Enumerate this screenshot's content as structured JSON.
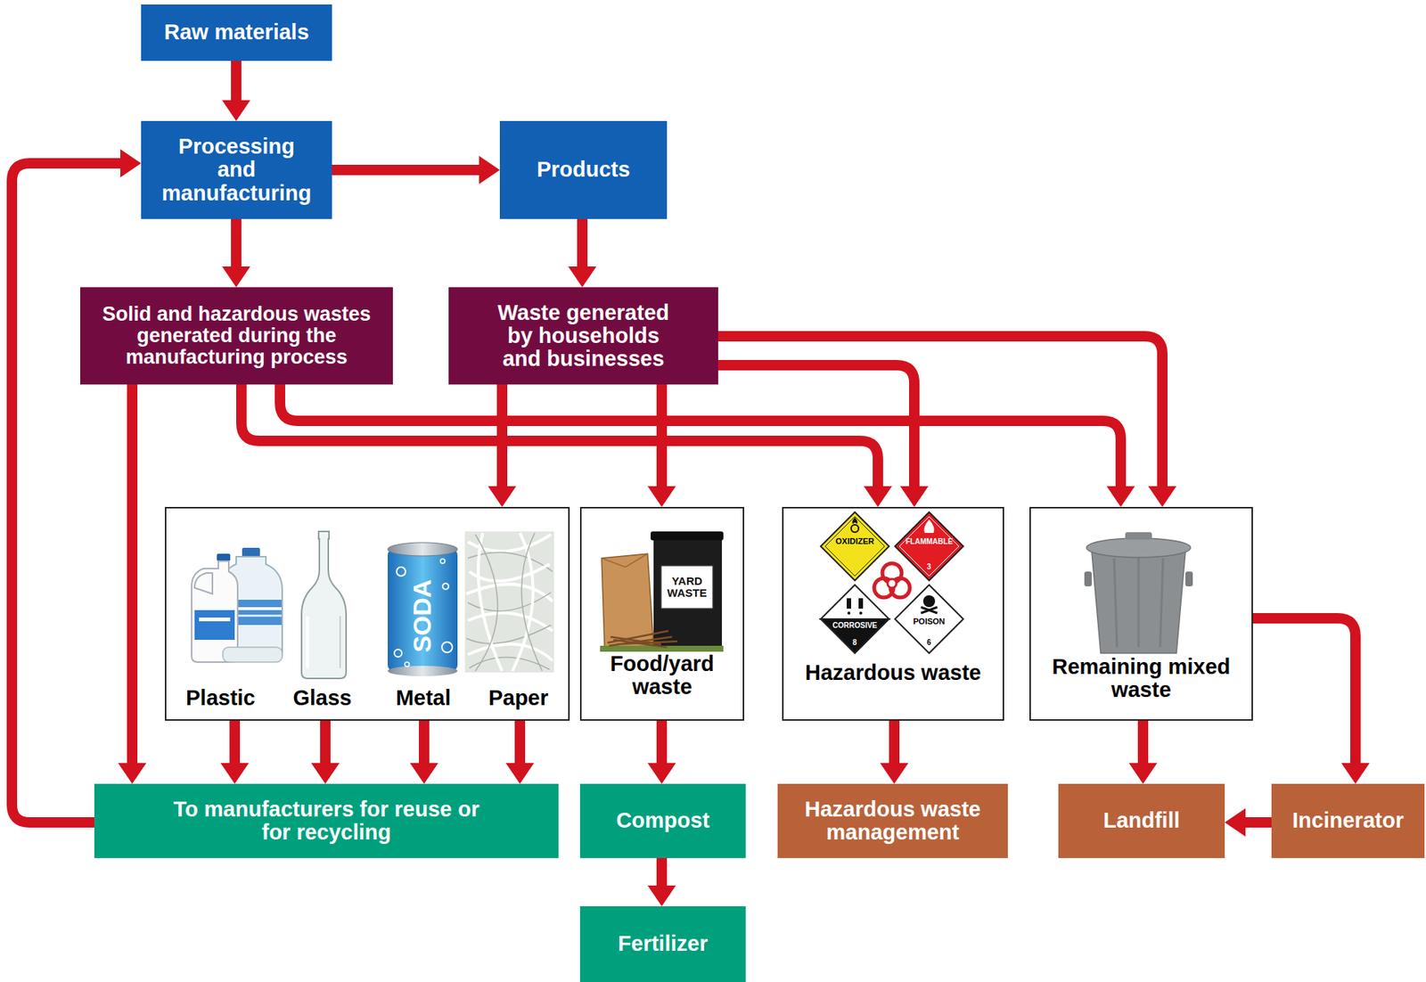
{
  "diagram": {
    "nodes": [
      {
        "text": [
          "Raw materials"
        ]
      },
      {
        "text": [
          "Processing and manufacturing"
        ]
      },
      {
        "text": [
          "Products"
        ]
      },
      {
        "text": [
          "Solid and hazardous wastes generated during the manufacturing process"
        ]
      },
      {
        "text": [
          "Waste generated by households and businesses"
        ]
      },
      {
        "text": [
          "Plastic",
          "Glass",
          "Metal",
          "Paper"
        ]
      },
      {
        "text": [
          "Food/yard waste"
        ]
      },
      {
        "text": [
          "Hazardous waste"
        ]
      },
      {
        "text": [
          "Remaining mixed waste"
        ]
      },
      {
        "text": [
          "To manufacturers for reuse or for recycling"
        ]
      },
      {
        "text": [
          "Compost"
        ]
      },
      {
        "text": [
          "Hazardous waste management"
        ]
      },
      {
        "text": [
          "Landfill"
        ]
      },
      {
        "text": [
          "Incinerator"
        ]
      },
      {
        "text": [
          "Fertilizer"
        ]
      }
    ],
    "edges": [
      {
        "from": 0,
        "to": 1,
        "arrow": "to"
      },
      {
        "from": 1,
        "to": 2,
        "arrow": "to"
      },
      {
        "from": 1,
        "to": 3,
        "arrow": "to"
      },
      {
        "from": 2,
        "to": 4,
        "arrow": "to"
      },
      {
        "from": 3,
        "to": 9,
        "arrow": "to"
      },
      {
        "from": 3,
        "to": 7,
        "arrow": "to"
      },
      {
        "from": 3,
        "to": 8,
        "arrow": "to"
      },
      {
        "from": 4,
        "to": 5,
        "arrow": "to"
      },
      {
        "from": 4,
        "to": 6,
        "arrow": "to"
      },
      {
        "from": 4,
        "to": 7,
        "arrow": "to"
      },
      {
        "from": 4,
        "to": 8,
        "arrow": "to"
      },
      {
        "from": 5,
        "to": 9,
        "arrow": "to"
      },
      {
        "from": 5,
        "to": 9,
        "arrow": "to"
      },
      {
        "from": 5,
        "to": 9,
        "arrow": "to"
      },
      {
        "from": 5,
        "to": 9,
        "arrow": "to"
      },
      {
        "from": 6,
        "to": 10,
        "arrow": "to"
      },
      {
        "from": 7,
        "to": 11,
        "arrow": "to"
      },
      {
        "from": 8,
        "to": 12,
        "arrow": "to"
      },
      {
        "from": 8,
        "to": 13,
        "arrow": "to"
      },
      {
        "from": 13,
        "to": 12,
        "arrow": "to"
      },
      {
        "from": 10,
        "to": 14,
        "arrow": "to"
      },
      {
        "from": 9,
        "to": 1,
        "arrow": "to"
      }
    ],
    "labels": [
      "SODA",
      "YARD WASTE",
      "OXIDIZER",
      "FLAMMABLE",
      "3",
      "CORROSIVE",
      "8",
      "POISON",
      "6"
    ]
  }
}
